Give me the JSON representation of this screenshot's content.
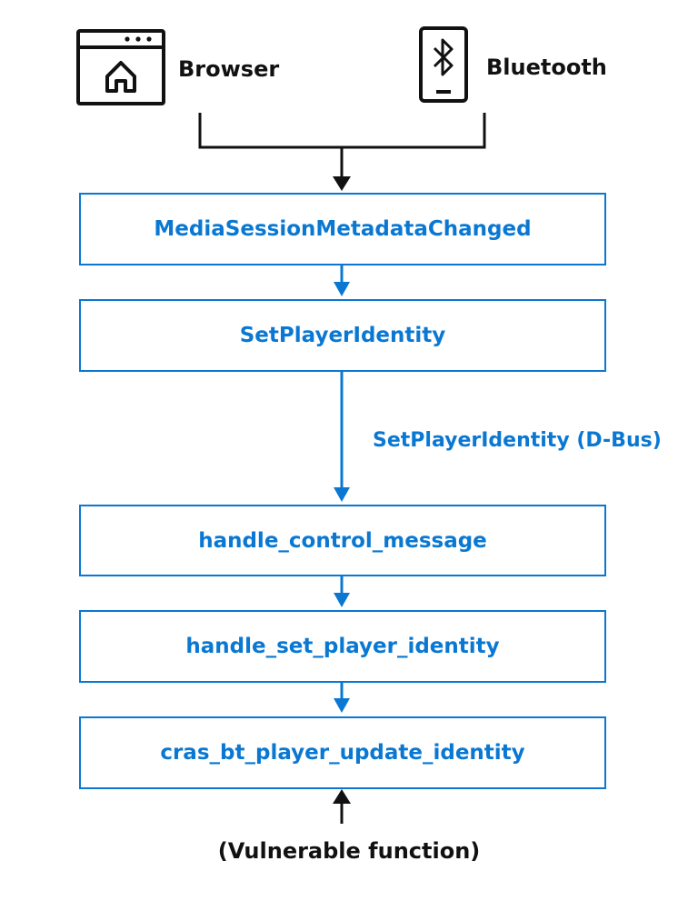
{
  "sources": [
    {
      "label": "Browser",
      "icon": "browser-window-icon"
    },
    {
      "label": "Bluetooth",
      "icon": "bluetooth-phone-icon"
    }
  ],
  "nodes": [
    {
      "label": "MediaSessionMetadataChanged"
    },
    {
      "label": "SetPlayerIdentity"
    },
    {
      "label": "handle_control_message"
    },
    {
      "label": "handle_set_player_identity"
    },
    {
      "label": "cras_bt_player_update_identity"
    }
  ],
  "edges": [
    {
      "from": "sources",
      "to": "MediaSessionMetadataChanged",
      "label": ""
    },
    {
      "from": "MediaSessionMetadataChanged",
      "to": "SetPlayerIdentity",
      "label": ""
    },
    {
      "from": "SetPlayerIdentity",
      "to": "handle_control_message",
      "label": "SetPlayerIdentity (D-Bus)"
    },
    {
      "from": "handle_control_message",
      "to": "handle_set_player_identity",
      "label": ""
    },
    {
      "from": "handle_set_player_identity",
      "to": "cras_bt_player_update_identity",
      "label": ""
    }
  ],
  "annotation": {
    "label": "(Vulnerable function)"
  },
  "colors": {
    "accent": "#0a78d2",
    "ink": "#111111"
  }
}
